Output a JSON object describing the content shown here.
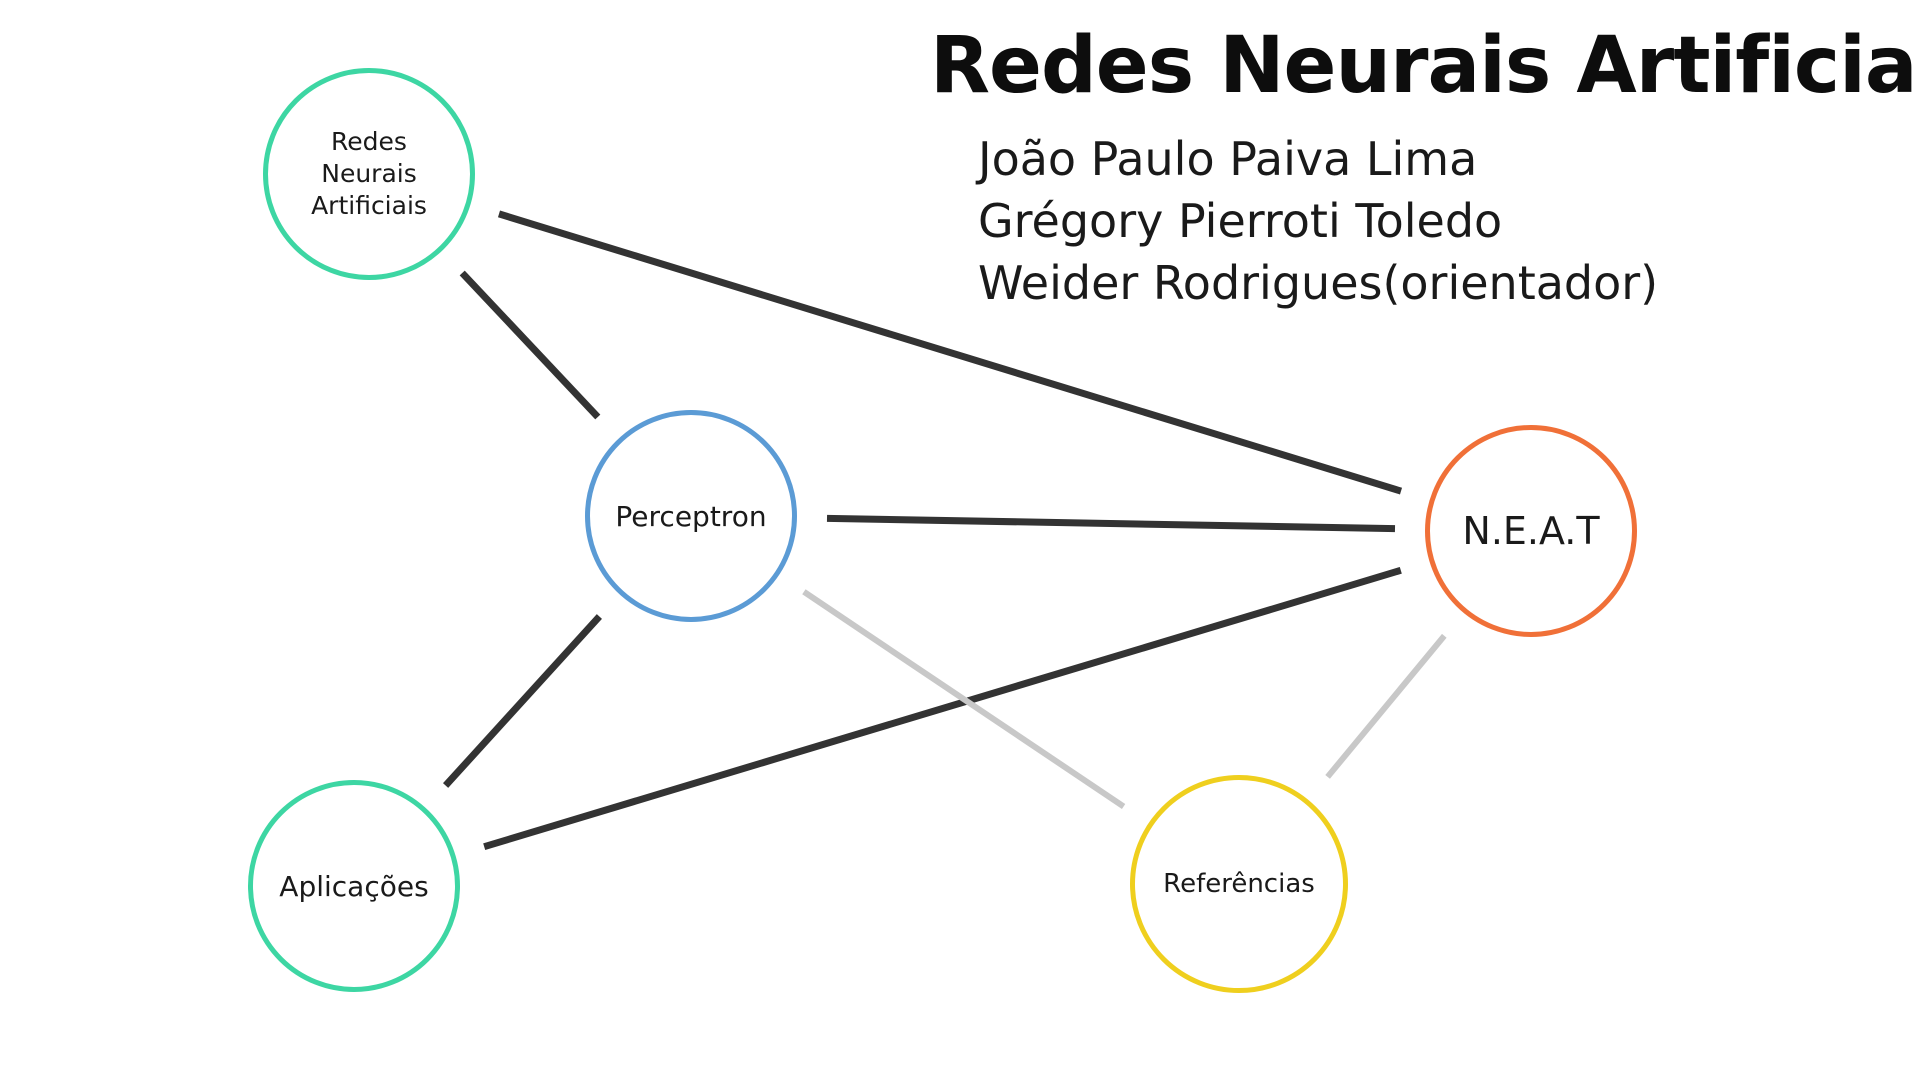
{
  "header": {
    "title": "Redes Neurais Artificiais",
    "authors": [
      "João Paulo Paiva Lima",
      "Grégory Pierroti Toledo",
      "Weider Rodrigues(orientador)"
    ]
  },
  "colors": {
    "teal": "#3dd6a3",
    "blue": "#5b9bd5",
    "orange": "#f07038",
    "yellow": "#efcf1e",
    "edge_dark": "#333333",
    "edge_light": "#c8c8c8"
  },
  "nodes": {
    "redes": {
      "label_lines": [
        "Redes",
        "Neurais",
        "Artificiais"
      ],
      "color": "#3dd6a3"
    },
    "perceptron": {
      "label": "Perceptron",
      "color": "#5b9bd5"
    },
    "neat": {
      "label": "N.E.A.T",
      "color": "#f07038"
    },
    "aplicacoes": {
      "label": "Aplicações",
      "color": "#3dd6a3"
    },
    "referencias": {
      "label": "Referências",
      "color": "#efcf1e"
    }
  },
  "edges": [
    {
      "from": "redes",
      "to": "perceptron",
      "style": "dark"
    },
    {
      "from": "redes",
      "to": "neat",
      "style": "dark"
    },
    {
      "from": "perceptron",
      "to": "neat",
      "style": "dark"
    },
    {
      "from": "perceptron",
      "to": "aplicacoes",
      "style": "dark"
    },
    {
      "from": "aplicacoes",
      "to": "neat",
      "style": "dark"
    },
    {
      "from": "perceptron",
      "to": "referencias",
      "style": "light"
    },
    {
      "from": "neat",
      "to": "referencias",
      "style": "light"
    }
  ]
}
